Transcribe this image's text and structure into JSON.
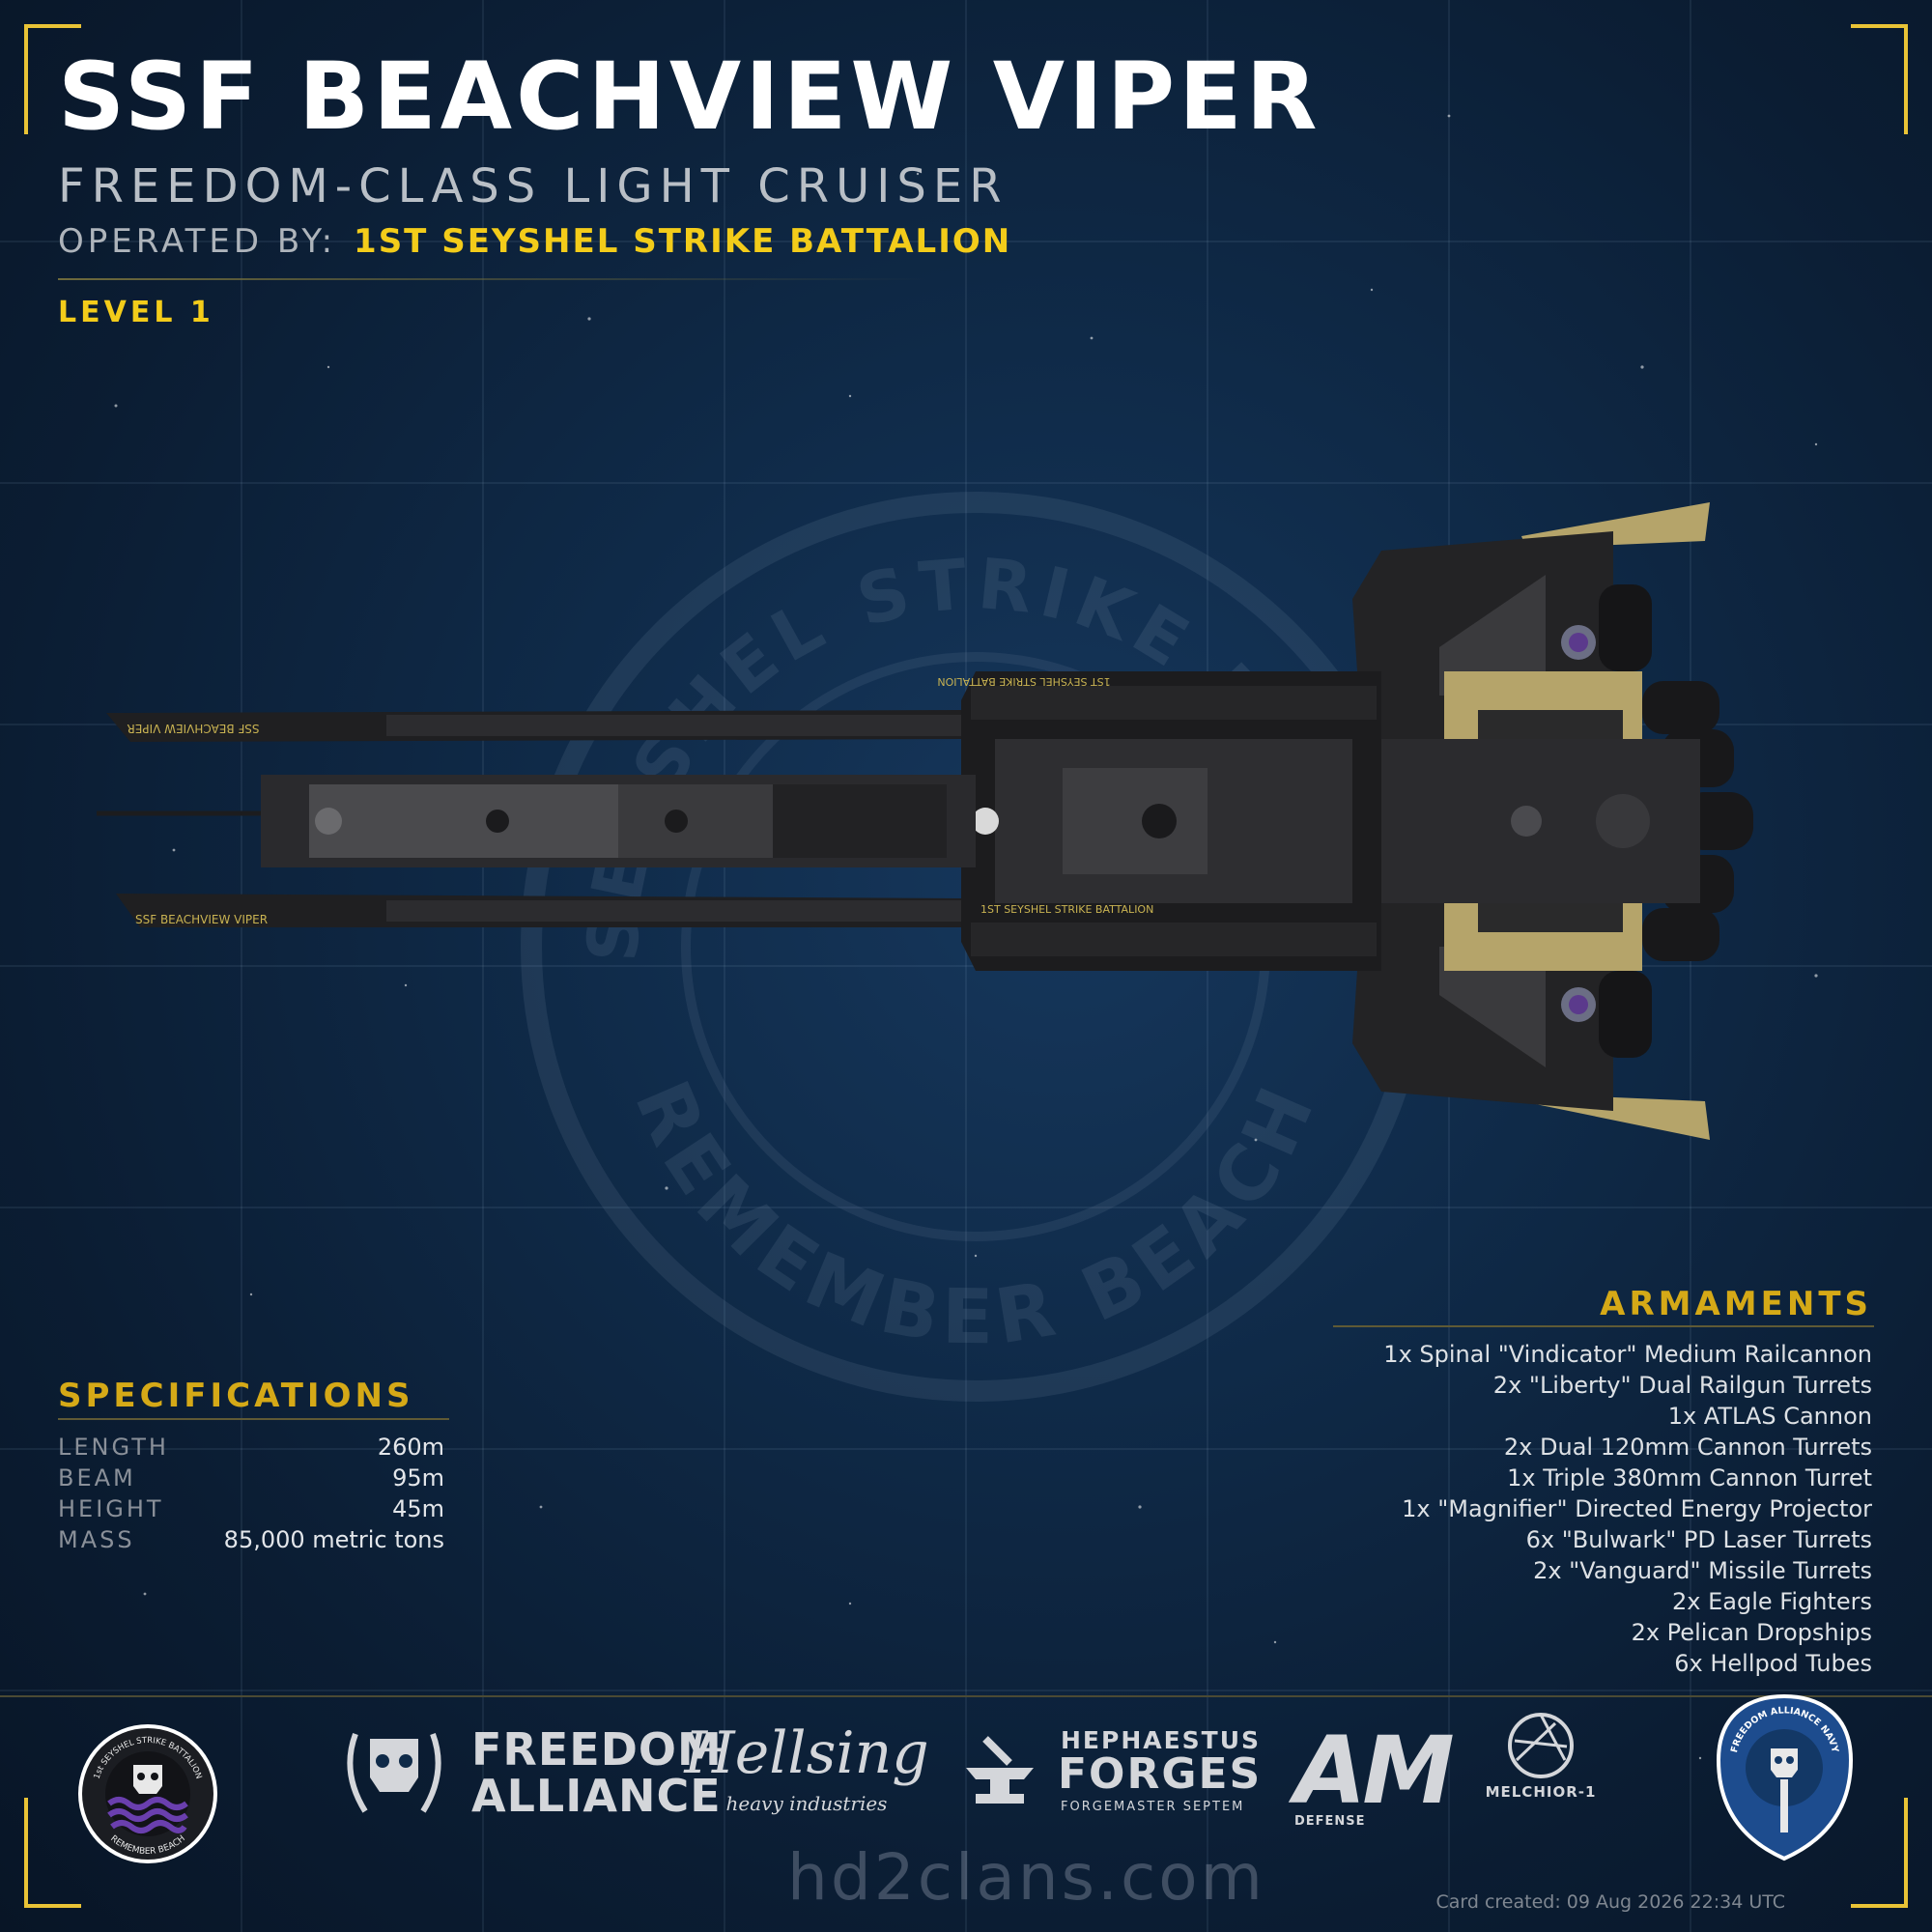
{
  "header": {
    "title": "SSF BEACHVIEW VIPER",
    "subtitle": "FREEDOM-CLASS LIGHT CRUISER",
    "operated_label": "OPERATED BY:",
    "operated_value": "1ST SEYSHEL STRIKE BATTALION",
    "level": "LEVEL 1"
  },
  "ship": {
    "hull_text_top": "SSF BEACHVIEW VIPER",
    "hull_text_bottom": "SSF BEACHVIEW VIPER",
    "mid_text_top": "1ST SEYSHEL STRIKE BATTALION",
    "mid_text_bottom": "1ST SEYSHEL STRIKE BATTALION"
  },
  "emblem": {
    "top_text": "1ST SEYSHEL STRIKE BATTALION",
    "bottom_text": "REMEMBER BEACH"
  },
  "specifications": {
    "heading": "SPECIFICATIONS",
    "rows": [
      {
        "label": "LENGTH",
        "value": "260m"
      },
      {
        "label": "BEAM",
        "value": "95m"
      },
      {
        "label": "HEIGHT",
        "value": "45m"
      },
      {
        "label": "MASS",
        "value": "85,000 metric tons"
      }
    ]
  },
  "armaments": {
    "heading": "ARMAMENTS",
    "items": [
      "1x Spinal \"Vindicator\" Medium Railcannon",
      "2x \"Liberty\" Dual Railgun Turrets",
      "1x ATLAS Cannon",
      "2x Dual 120mm Cannon Turrets",
      "1x Triple 380mm Cannon Turret",
      "1x \"Magnifier\" Directed Energy Projector",
      "6x \"Bulwark\" PD Laser Turrets",
      "2x \"Vanguard\" Missile Turrets",
      "2x Eagle Fighters",
      "2x Pelican Dropships",
      "6x Hellpod Tubes"
    ]
  },
  "footer": {
    "clan_badge_top": "1st SEYSHEL STRIKE BATTALION",
    "clan_badge_bottom": "REMEMBER BEACH",
    "freedom_alliance_1": "FREEDOM",
    "freedom_alliance_2": "ALLIANCE",
    "hellsing": "Hellsing",
    "hellsing_sub": "heavy industries",
    "hephaestus_1": "HEPHAESTUS",
    "hephaestus_2": "FORGES",
    "hephaestus_3": "FORGEMASTER SEPTEM",
    "am": "AM",
    "am_sub": "DEFENSE",
    "melchior": "MELCHIOR-1",
    "navy_badge": "FREEDOM ALLIANCE NAVY",
    "site": "hd2clans.com",
    "created": "Card created: 09 Aug 2026 22:34 UTC"
  },
  "colors": {
    "accent_yellow": "#f3cc1a",
    "heading_gold": "#d5a917",
    "background": "#0f2a48",
    "hull_dark": "#1c1c1e",
    "hull_tan": "#b5a46a"
  }
}
